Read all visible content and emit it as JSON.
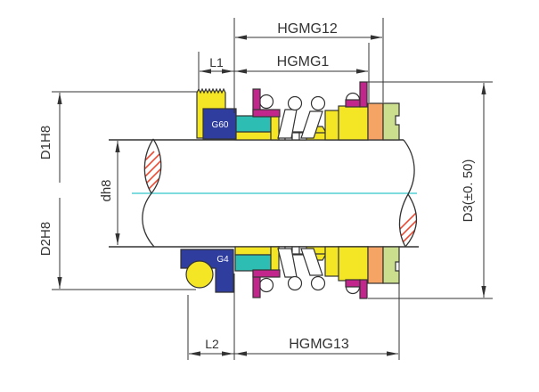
{
  "drawing": {
    "kind": "mechanical-seal-cross-section",
    "labels": {
      "hgmg12": "HGMG12",
      "hgmg1": "HGMG1",
      "hgmg13": "HGMG13",
      "l1": "L1",
      "l2": "L2",
      "d1": "D1H8",
      "d2": "D2H8",
      "dh": "dh8",
      "d3": "D3(±0. 50)",
      "g60": "G60",
      "g4": "G4"
    }
  },
  "colors": {
    "line": "#333333",
    "yellow": "#F4E625",
    "magenta": "#C2258C",
    "blue": "#2F3D9E",
    "teal": "#2EBDB2",
    "orange": "#F5A466",
    "green": "#CBDE8D",
    "hatch": "#E94A33",
    "centerline": "#31C5C9",
    "bg": "#FFFFFF"
  }
}
